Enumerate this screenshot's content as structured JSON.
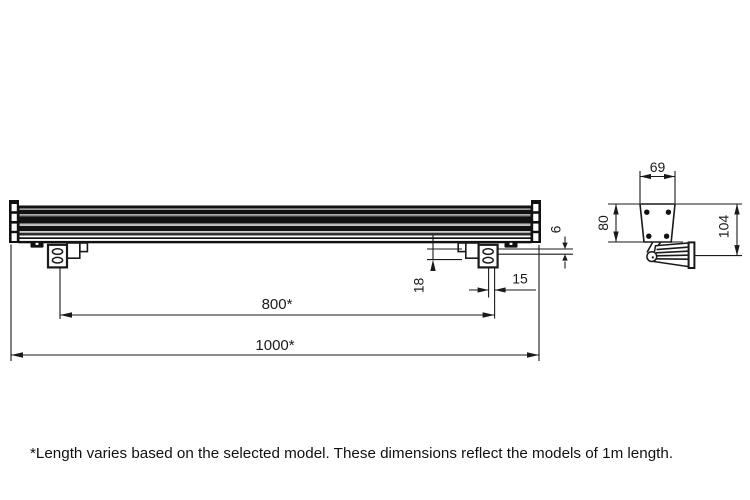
{
  "page": {
    "background": "#ffffff",
    "line_color": "#1a1a1a"
  },
  "front_view": {
    "dim_overall_length": "1000*",
    "dim_bracket_spacing": "800*",
    "dim_bracket_drop": "18",
    "dim_bracket_offset": "15",
    "dim_plate_thickness": "6"
  },
  "side_view": {
    "dim_width": "69",
    "dim_body_height": "80",
    "dim_total_height": "104"
  },
  "footnote": "*Length varies based on the selected model. These dimensions reflect the models of 1m length."
}
